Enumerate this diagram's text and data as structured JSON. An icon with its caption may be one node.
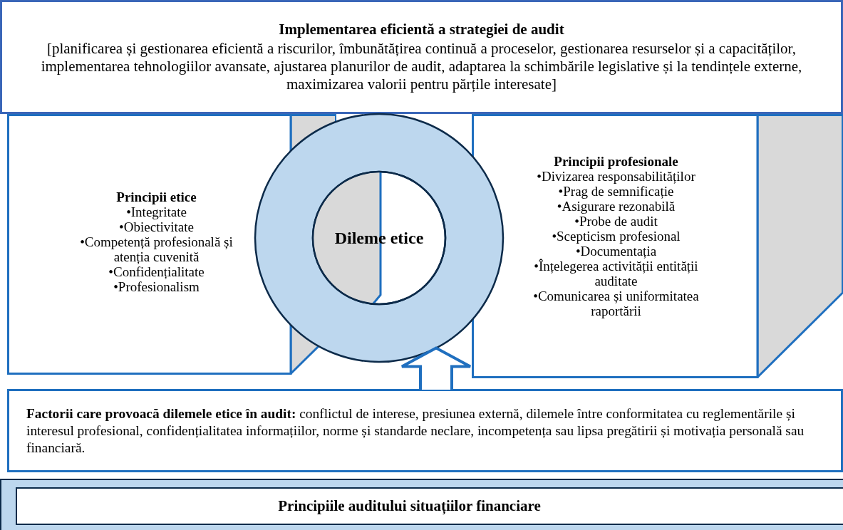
{
  "diagram": {
    "nodes": [
      {
        "text": [
          "Implementarea eficientă a strategiei de audit",
          "[planificarea și gestionarea eficientă a  riscurilor, îmbunătățirea continuă a proceselor, gestionarea resurselor și a capacităților,  implementarea tehnologiilor avansate, ajustarea planurilor de audit, adaptarea la schimbările legislative și la tendințele externe, maximizarea valorii pentru părțile interesate]"
        ]
      },
      {
        "text": [
          "Principii etice",
          "•Integritate",
          "•Obiectivitate",
          "•Competență profesională și atenția cuvenită",
          "•Confidențialitate",
          "•Profesionalism"
        ]
      },
      {
        "text": [
          "Dileme etice"
        ]
      },
      {
        "text": [
          "Principii profesionale",
          "•Divizarea responsabilităților",
          "•Prag de semnificație",
          "•Asigurare rezonabilă",
          "•Probe de audit",
          "•Scepticism profesional",
          "•Documentația",
          "•Înțelegerea activității entității auditate",
          "•Comunicarea și uniformitatea raportării"
        ]
      },
      {
        "text": [
          "**Factorii care provoacă dilemele etice în audit:** conflictul de interese, presiunea externă, dilemele între conformitatea cu reglementările și interesul profesional, confidențialitatea informațiilor, norme și standarde neclare, incompetența sau lipsa pregătirii și motivația personală sau financiară."
        ]
      },
      {
        "text": [],
        "shape": "box"
      },
      {
        "text": [
          "Principiile auditului situațiilor financiare"
        ],
        "in": 5
      }
    ],
    "edges": [
      {
        "from": 4,
        "to": 2,
        "arrow": "to"
      }
    ]
  }
}
